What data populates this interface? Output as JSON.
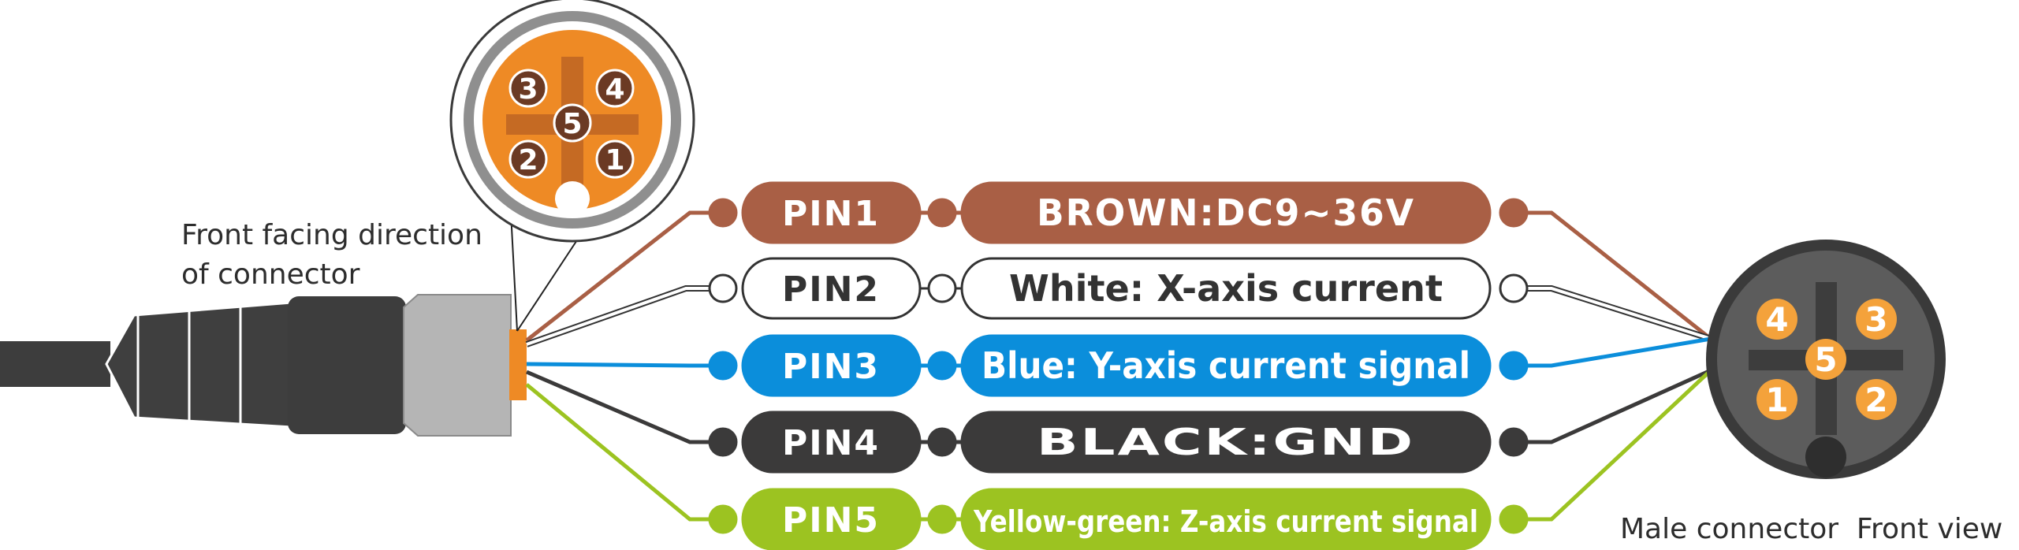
{
  "left_caption": {
    "line1": "Front facing direction",
    "line2": "of connector"
  },
  "right_caption": "Male connector  Front view",
  "colors": {
    "brown": "#a95f45",
    "white": "#ffffff",
    "blue": "#0b8edb",
    "black": "#3b3a3a",
    "green": "#9cc321",
    "orange": "#ee8a25",
    "connector_dark": "#454545"
  },
  "female_connector": {
    "pins": [
      "3",
      "4",
      "5",
      "2",
      "1"
    ]
  },
  "male_connector": {
    "pins": [
      "4",
      "3",
      "5",
      "1",
      "2"
    ]
  },
  "pins": [
    {
      "pin": "PIN1",
      "desc": "BROWN:DC9~36V",
      "color": "brown"
    },
    {
      "pin": "PIN2",
      "desc": "White: X-axis current",
      "color": "white"
    },
    {
      "pin": "PIN3",
      "desc": "Blue: Y-axis current signal",
      "color": "blue"
    },
    {
      "pin": "PIN4",
      "desc": "BLACK:GND",
      "color": "black"
    },
    {
      "pin": "PIN5",
      "desc": "Yellow-green: Z-axis current signal",
      "color": "green"
    }
  ]
}
